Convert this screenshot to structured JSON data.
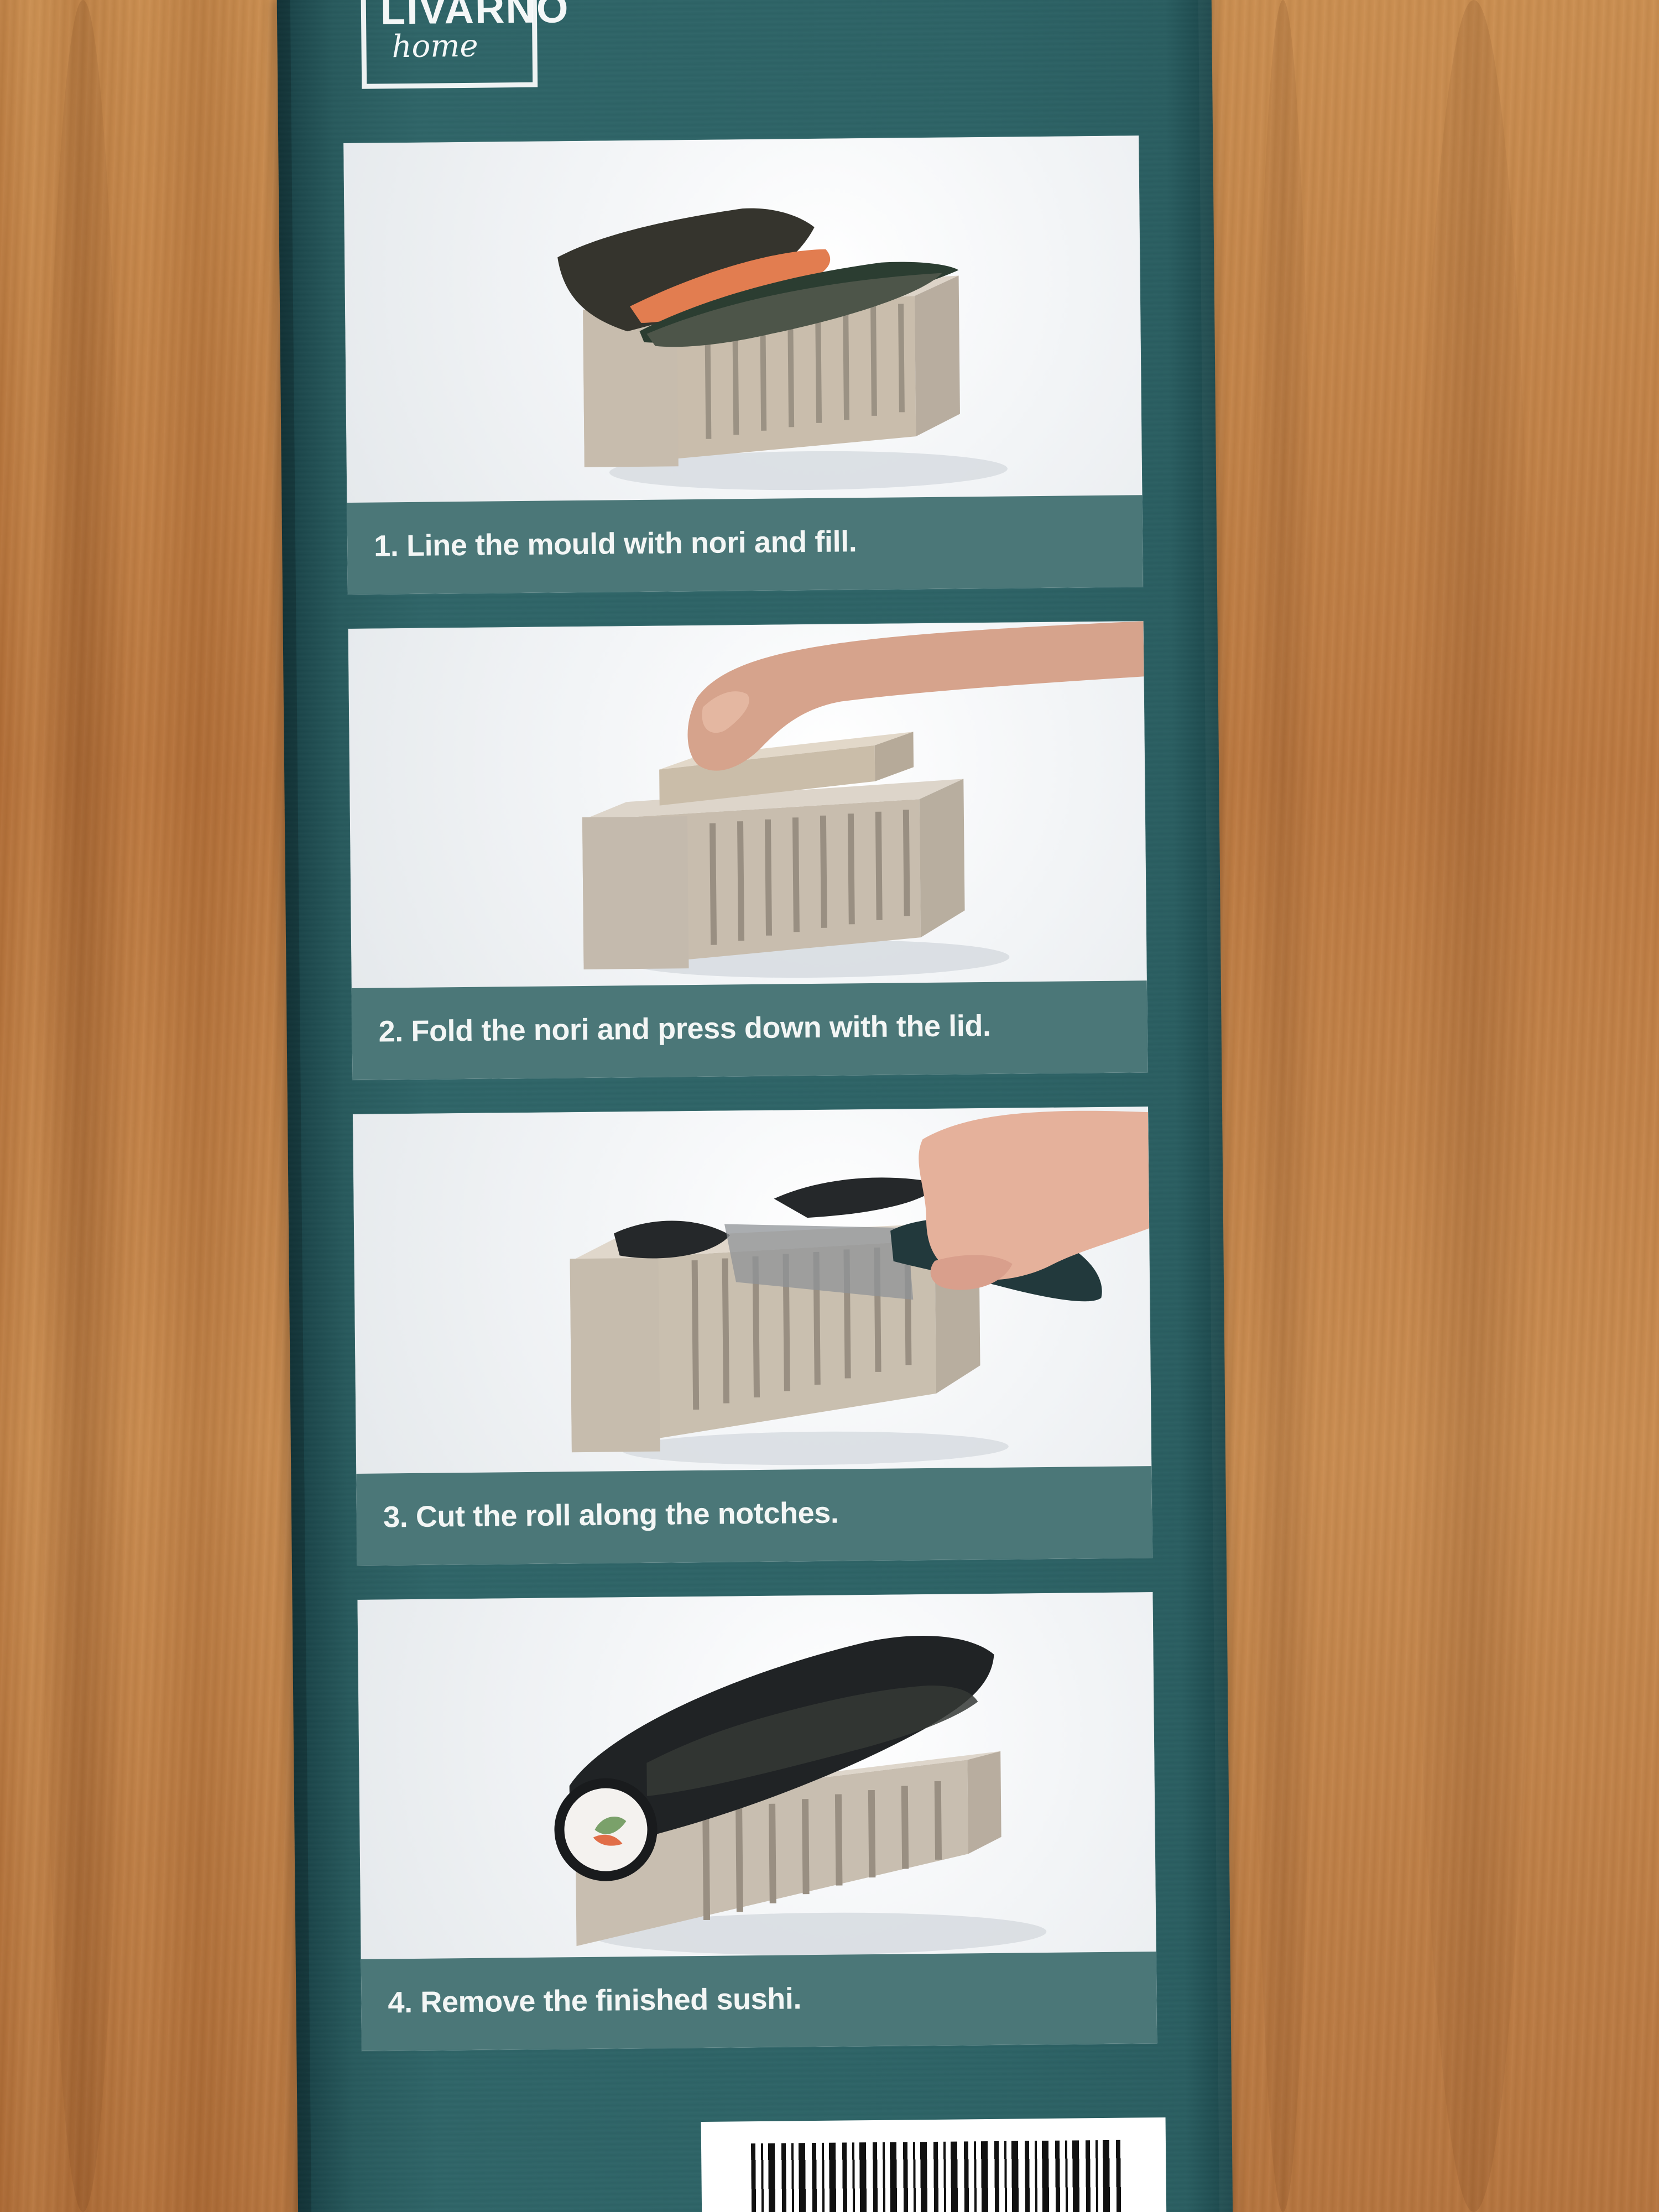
{
  "brand": {
    "name": "LIVARNO",
    "subbrand": "home"
  },
  "steps": [
    {
      "caption": "1. Line the mould with nori and fill."
    },
    {
      "caption": "2. Fold the nori and press down with the lid."
    },
    {
      "caption": "3. Cut the roll along the notches."
    },
    {
      "caption": "4. Remove the finished sushi."
    }
  ]
}
